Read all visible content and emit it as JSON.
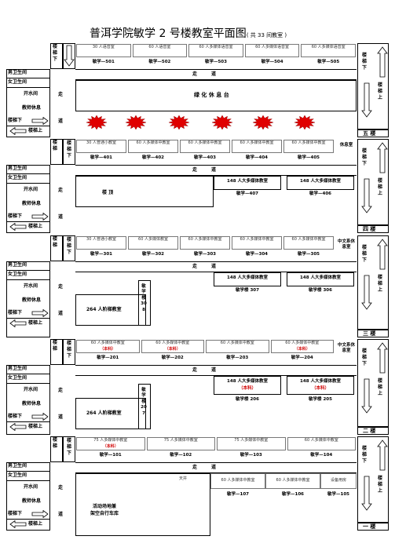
{
  "title": "普洱学院敏学 2 号楼教室平面图",
  "title_note": "( 共 33 间教室 )",
  "labels": {
    "corridor": "走",
    "corridor2": "道",
    "stairs_v": "楼梯下",
    "stairs_up_v": "楼梯上",
    "stairs_down": "楼梯下",
    "stairs_up": "楼梯上",
    "men": "男卫生间",
    "women": "女卫生间",
    "water": "开水间",
    "rest": "教师休息",
    "stair_right_a": "楼梯下",
    "stair_right_b": "楼梯上"
  },
  "floors": [
    {
      "name": "五 楼",
      "classes": [
        {
          "name": "30 人语音室",
          "room": "敏学—501"
        },
        {
          "name": "60 人语音室",
          "room": "敏学—502"
        },
        {
          "name": "60 人多媒体语音室",
          "room": "敏学—503"
        },
        {
          "name": "60 人多媒体语音室",
          "room": "敏学—504"
        },
        {
          "name": "60 人多媒体语音室",
          "room": "敏学—505"
        }
      ],
      "center": "绿 化 休 息 台"
    },
    {
      "name": "四 楼",
      "classes": [
        {
          "name": "30 人普通小教室",
          "room": "敏学—401"
        },
        {
          "name": "60 人多媒体中教室",
          "room": "敏学—402"
        },
        {
          "name": "60 人多媒体中教室",
          "room": "敏学—403"
        },
        {
          "name": "60 人多媒体中教室",
          "room": "敏学—404"
        },
        {
          "name": "60 人多媒体中教室",
          "room": "敏学—405"
        }
      ],
      "office": "休息室",
      "large": [
        {
          "name": "148 人大多媒体教室",
          "room": "敏学—407"
        },
        {
          "name": "148 人大多媒体教室",
          "room": "敏学—406"
        }
      ],
      "roof": "楼 顶"
    },
    {
      "name": "三 楼",
      "classes": [
        {
          "name": "30 人普通小教室",
          "room": "敏学—301"
        },
        {
          "name": "60 人多媒体教室",
          "room": "敏学—302"
        },
        {
          "name": "60 人多媒体中教室",
          "room": "敏学—303"
        },
        {
          "name": "60 人多媒体中教室",
          "room": "敏学—304"
        },
        {
          "name": "60 人多媒体中教室",
          "room": "敏学—305"
        }
      ],
      "office": "中文系休息室",
      "large": [
        {
          "name": "148 人大多媒体教室",
          "room": "敏学楼 307"
        },
        {
          "name": "148 人大多媒体教室",
          "room": "敏学楼 306"
        }
      ],
      "lecture": "264 人阶梯教室",
      "lecture_room": "敏学楼308"
    },
    {
      "name": "二 楼",
      "classes": [
        {
          "name": "60 人多媒体中教室",
          "tag": "（本科）",
          "room": "敏学—201"
        },
        {
          "name": "60 人多媒体中教室",
          "tag": "（本科）",
          "room": "敏学—202"
        },
        {
          "name": "60 人多媒体中教室",
          "tag": "",
          "room": "敏学—203"
        },
        {
          "name": "60 人多媒体中教室",
          "tag": "（本科）",
          "room": "敏学—204"
        }
      ],
      "office": "中文系休息室",
      "large": [
        {
          "name": "148 人大多媒体教室",
          "tag": "（本科）",
          "room": "敏学楼 206"
        },
        {
          "name": "148 人大多媒体教室",
          "tag": "（本科）",
          "room": "敏学楼 205"
        }
      ],
      "lecture": "264 人阶梯教室",
      "lecture_room": "敏学楼207"
    },
    {
      "name": "一 楼",
      "classes": [
        {
          "name": "75 人多媒体中教室",
          "tag": "（本科）",
          "room": "敏学—101"
        },
        {
          "name": "75 人多媒体中教室",
          "tag": "",
          "room": "敏学—102"
        },
        {
          "name": "75 人多媒体中教室",
          "tag": "",
          "room": "敏学—103"
        },
        {
          "name": "60 人多媒体中教室",
          "tag": "",
          "room": "敏学—104"
        }
      ],
      "lower": [
        {
          "name": "60 人多媒体中教室",
          "room": "敏学—107"
        },
        {
          "name": "60 人多媒体中教室",
          "room": "敏学—106"
        },
        {
          "name": "设备用房",
          "room": "敏学—105"
        }
      ],
      "well": "天井",
      "parking": "活动场地兼",
      "parking2": "架空自行车库"
    }
  ]
}
